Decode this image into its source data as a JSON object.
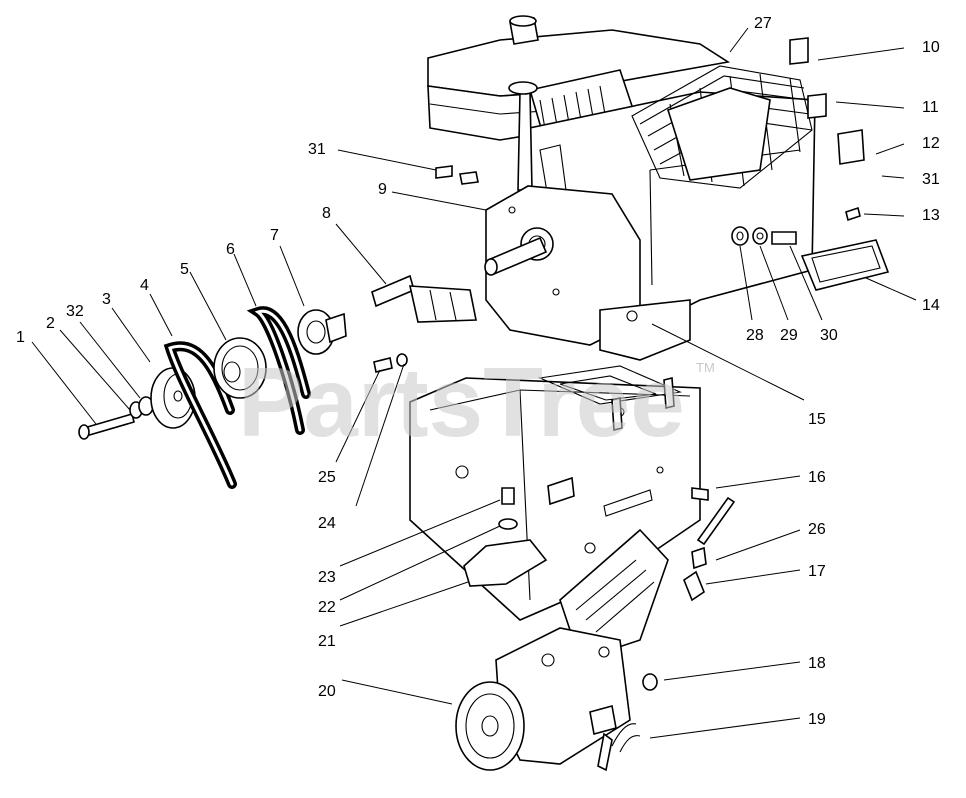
{
  "watermark": {
    "text": "PartsTree",
    "trademark": "TM"
  },
  "callouts": {
    "c1": "1",
    "c2": "2",
    "c3": "3",
    "c4": "4",
    "c5": "5",
    "c6": "6",
    "c7": "7",
    "c8": "8",
    "c9": "9",
    "c10": "10",
    "c11": "11",
    "c12": "12",
    "c13": "13",
    "c14": "14",
    "c15": "15",
    "c16": "16",
    "c17": "17",
    "c18": "18",
    "c19": "19",
    "c20": "20",
    "c21": "21",
    "c22": "22",
    "c23": "23",
    "c24": "24",
    "c25": "25",
    "c26": "26",
    "c27": "27",
    "c28": "28",
    "c29": "29",
    "c30": "30",
    "c31a": "31",
    "c31b": "31",
    "c32": "32"
  }
}
